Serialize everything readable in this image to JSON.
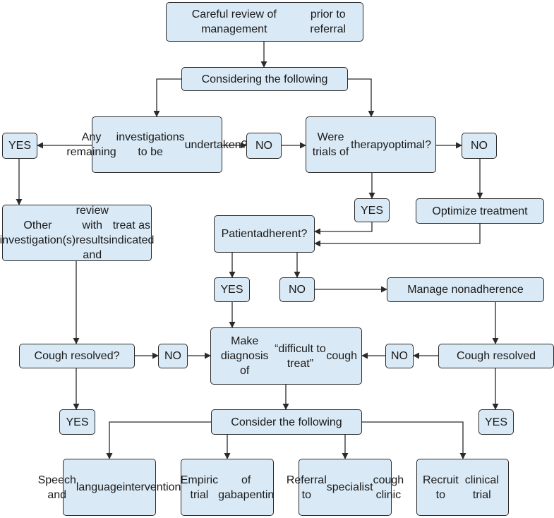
{
  "colors": {
    "box_fill": "#d9e9f5",
    "stroke": "#2a2a2a",
    "text": "#1a1a1a"
  },
  "nodes": {
    "careful_review": {
      "lines": [
        "Careful review of management",
        "prior to referral"
      ]
    },
    "considering": {
      "lines": [
        "Considering the following"
      ]
    },
    "remaining_investigations": {
      "lines": [
        "Any remaining",
        "investigations to be",
        "undertaken?"
      ]
    },
    "yes_investigations": {
      "lines": [
        "YES"
      ]
    },
    "no_investigations": {
      "lines": [
        "NO"
      ]
    },
    "trials_optimal": {
      "lines": [
        "Were trials of",
        "therapy",
        "optimal?"
      ]
    },
    "no_trials": {
      "lines": [
        "NO"
      ]
    },
    "yes_trials": {
      "lines": [
        "YES"
      ]
    },
    "optimize_treatment": {
      "lines": [
        "Optimize treatment"
      ]
    },
    "other_investigations": {
      "lines": [
        "Other investigation(s)",
        "review with results and",
        "treat as indicated"
      ]
    },
    "patient_adherent": {
      "lines": [
        "Patient",
        "adherent?"
      ]
    },
    "yes_adherent": {
      "lines": [
        "YES"
      ]
    },
    "no_adherent": {
      "lines": [
        "NO"
      ]
    },
    "manage_nonadherence": {
      "lines": [
        "Manage nonadherence"
      ]
    },
    "cough_resolved_left": {
      "lines": [
        "Cough resolved?"
      ]
    },
    "no_left": {
      "lines": [
        "NO"
      ]
    },
    "difficult_cough": {
      "lines": [
        "Make diagnosis of",
        "“difficult to treat”",
        "cough"
      ]
    },
    "no_right": {
      "lines": [
        "NO"
      ]
    },
    "cough_resolved_right": {
      "lines": [
        "Cough resolved"
      ]
    },
    "yes_left_bottom": {
      "lines": [
        "YES"
      ]
    },
    "consider_following": {
      "lines": [
        "Consider the following"
      ]
    },
    "yes_right_bottom": {
      "lines": [
        "YES"
      ]
    },
    "speech_language": {
      "lines": [
        "Speech and",
        "language",
        "intervention"
      ]
    },
    "gabapentin": {
      "lines": [
        "Empiric trial",
        "of gabapentin"
      ]
    },
    "specialist_clinic": {
      "lines": [
        "Referral to",
        "specialist",
        "cough clinic"
      ]
    },
    "clinical_trial": {
      "lines": [
        "Recruit to",
        "clinical trial"
      ]
    }
  }
}
